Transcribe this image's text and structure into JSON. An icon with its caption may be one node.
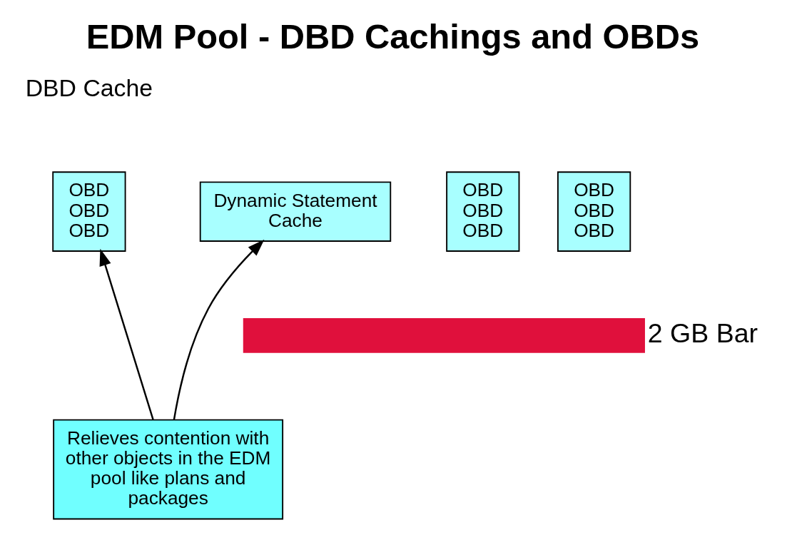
{
  "diagram": {
    "title": "EDM Pool - DBD Cachings and OBDs",
    "nodes": [
      {
        "text": [
          "OBD",
          "OBD",
          "OBD"
        ]
      },
      {
        "text": [
          "OBD",
          "OBD",
          "OBD"
        ]
      },
      {
        "text": [
          "OBD",
          "OBD",
          "OBD"
        ]
      },
      {
        "text": [
          "Dynamic Statement Cache"
        ]
      },
      {
        "text": [
          "Relieves contention with other objects in the EDM pool like plans and packages"
        ]
      }
    ],
    "edges": [
      {
        "from": 4,
        "to": 1,
        "arrow": "to"
      },
      {
        "from": 4,
        "to": 3,
        "arrow": "to"
      }
    ],
    "labels": [
      "DBD Cache",
      "2 GB Bar"
    ]
  }
}
